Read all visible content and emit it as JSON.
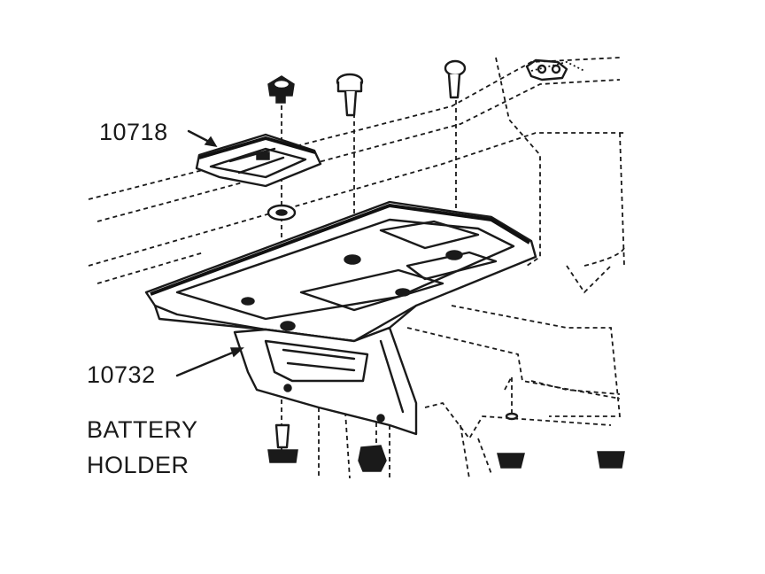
{
  "labels": {
    "part_upper": "10718",
    "part_lower": "10732",
    "title_line1": "BATTERY",
    "title_line2": "HOLDER"
  },
  "colors": {
    "ink": "#1a1a1a",
    "paper": "#ffffff"
  }
}
